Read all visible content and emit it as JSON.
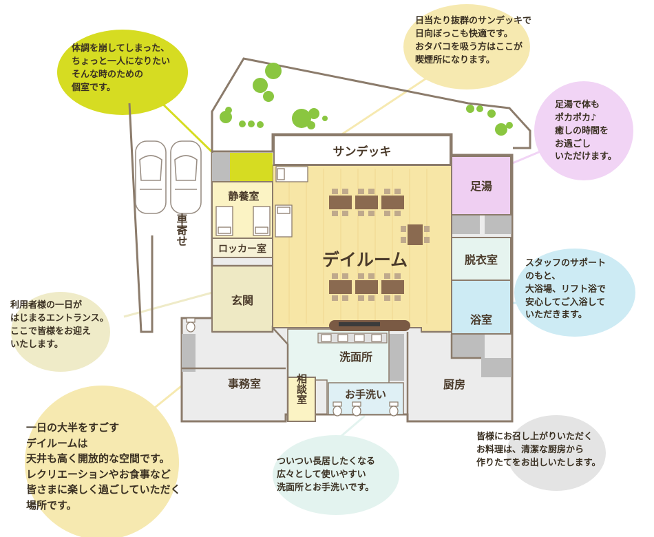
{
  "rooms": {
    "sundeck": "サンデッキ",
    "ashiyu": "足湯",
    "seiyoshitsu": "静養室",
    "locker": "ロッカー室",
    "dayroom": "デイルーム",
    "datsuishitsu": "脱衣室",
    "yokushitsu": "浴室",
    "genkan": "玄関",
    "senmenjo": "洗面所",
    "jimushitsu": "事務室",
    "sodanshitsu": "相談室",
    "otearai": "お手洗い",
    "chubo": "厨房",
    "kuruma_yose": "車寄せ"
  },
  "notes": {
    "sundeck": "日当たり抜群のサンデッキで\n日向ぼっこも快適です。\nおタバコを吸う方はここが\n喫煙所になります。",
    "seiyo": "体調を崩してしまった、\nちょっと一人になりたい\nそんな時のための\n個室です。",
    "ashiyu": "足湯で体も\nポカポカ♪\n癒しの時間を\nお過ごし\nいただけます。",
    "yokushitsu": "スタッフのサポート\nのもと、\n大浴場、リフト浴で\n安心してご入浴して\nいただきます。",
    "genkan": "利用者様の一日が\nはじまるエントランス。\nここで皆様をお迎え\nいたします。",
    "dayroom": "一日の大半をすごす\nデイルームは\n天井も高く開放的な空間です。\nレクリエーションやお食事など\n皆さまに楽しく過ごしていただく\n場所です。",
    "senmen": "ついつい長居したくなる\n広々として使いやすい\n洗面所とお手洗いです。",
    "chubo": "皆様にお召し上がりいただく\nお料理は、清潔な厨房から\n作りたてをお出しいたします。"
  },
  "colors": {
    "dayroom": "#f7e6a6",
    "sundeck": "#ffffff",
    "ashiyu": "#efcff2",
    "seiyoshitsu": "#fbf3c4",
    "seiyo_accent": "#d6dc22",
    "locker": "#f6f1d6",
    "genkan": "#eee9c4",
    "datsuishitsu": "#e6f4ef",
    "yokushitsu": "#cdebf4",
    "senmenjo": "#e8f5f1",
    "otearai": "#dff0f5",
    "service": "#ececec",
    "gray_block": "#bdbdbd",
    "wall": "#8b7b6b",
    "bubble_yellow": "#f6e9b0",
    "bubble_lime": "#d6dc22",
    "bubble_pink": "#f1d4f5",
    "bubble_blue": "#cdebf4",
    "bubble_cream": "#efebc8",
    "bubble_mint": "#e3f3ef",
    "bubble_gray": "#e4e4e4",
    "tree": "#8ac640"
  },
  "icons": [
    "tree-icon",
    "car-icon",
    "bed-icon",
    "table-icon",
    "chair-icon",
    "toilet-icon",
    "sink-icon"
  ]
}
